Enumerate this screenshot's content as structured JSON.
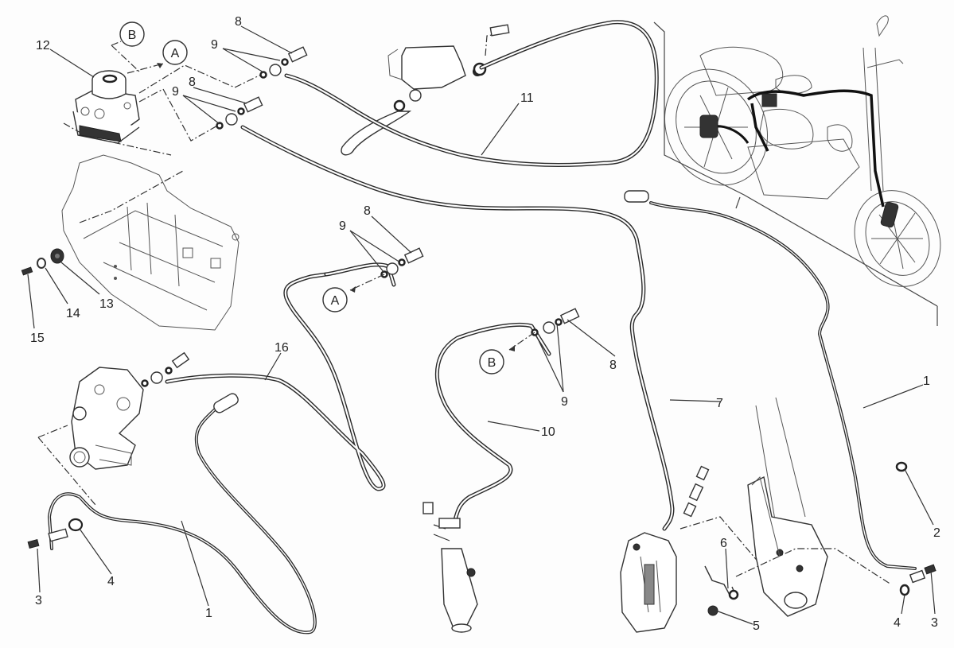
{
  "diagram": {
    "title": "",
    "type": "exploded-parts-diagram",
    "subject": "ABS brake hoses and sensor cables",
    "reference_circles": [
      {
        "id": "ref-a-top",
        "label": "A"
      },
      {
        "id": "ref-b-top",
        "label": "B"
      },
      {
        "id": "ref-a-mid",
        "label": "A"
      },
      {
        "id": "ref-b-mid",
        "label": "B"
      }
    ],
    "callouts": [
      {
        "id": "c12",
        "label": "12"
      },
      {
        "id": "c8a",
        "label": "8"
      },
      {
        "id": "c9a",
        "label": "9"
      },
      {
        "id": "c8b",
        "label": "8"
      },
      {
        "id": "c9b",
        "label": "9"
      },
      {
        "id": "c11",
        "label": "11"
      },
      {
        "id": "c8c",
        "label": "8"
      },
      {
        "id": "c9c",
        "label": "9"
      },
      {
        "id": "c8d",
        "label": "8"
      },
      {
        "id": "c9d",
        "label": "9"
      },
      {
        "id": "c13",
        "label": "13"
      },
      {
        "id": "c14",
        "label": "14"
      },
      {
        "id": "c15",
        "label": "15"
      },
      {
        "id": "c16",
        "label": "16"
      },
      {
        "id": "c10",
        "label": "10"
      },
      {
        "id": "c7",
        "label": "7"
      },
      {
        "id": "c1a",
        "label": "1"
      },
      {
        "id": "c1b",
        "label": "1"
      },
      {
        "id": "c2",
        "label": "2"
      },
      {
        "id": "c3a",
        "label": "3"
      },
      {
        "id": "c4a",
        "label": "4"
      },
      {
        "id": "c3b",
        "label": "3"
      },
      {
        "id": "c4b",
        "label": "4"
      },
      {
        "id": "c5",
        "label": "5"
      },
      {
        "id": "c6",
        "label": "6"
      }
    ]
  }
}
